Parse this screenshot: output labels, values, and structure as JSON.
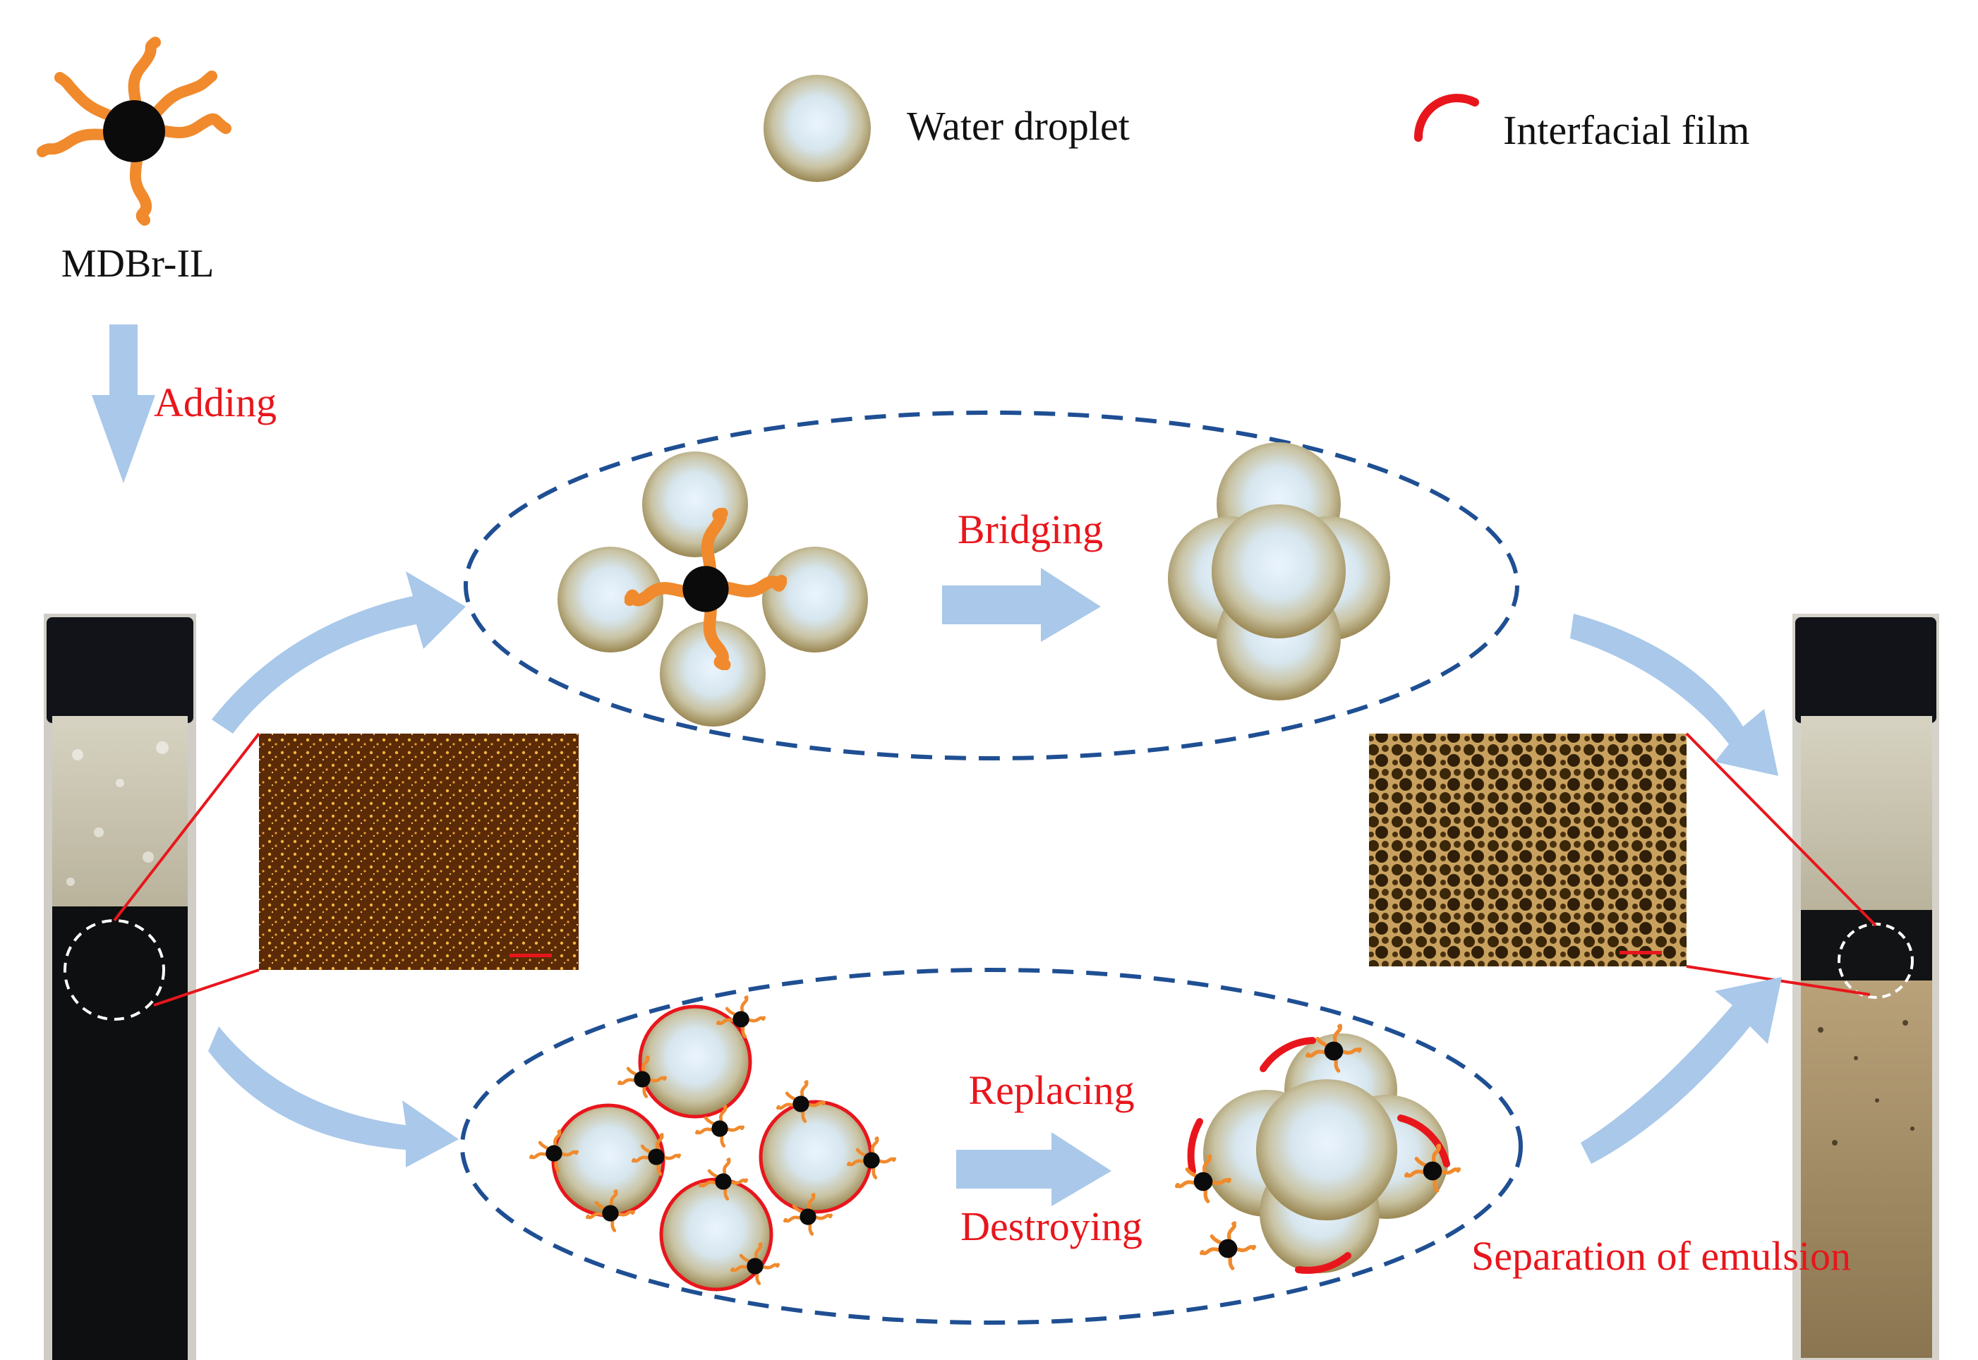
{
  "labels": {
    "mdbr_il": "MDBr-IL",
    "adding": "Adding",
    "water_droplet": "Water droplet",
    "interfacial_film": "Interfacial film",
    "bridging": "Bridging",
    "replacing": "Replacing",
    "destroying": "Destroying",
    "separation": "Separation of emulsion"
  },
  "colors": {
    "arrow": "#a9c8ea",
    "film": "#e8161c",
    "tail": "#f08a2c",
    "core": "#0b0b0b",
    "ellipse": "#1f4f93",
    "label_red": "#e8161c",
    "label_black": "#111111"
  },
  "icons": {
    "surfactant": "surfactant-icon",
    "droplet": "water-droplet-icon",
    "film": "interfacial-film-icon"
  }
}
